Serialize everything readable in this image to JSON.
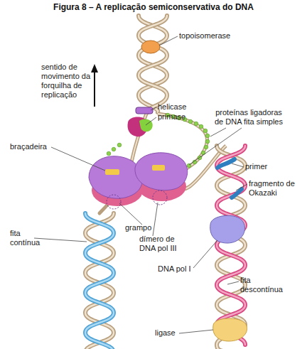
{
  "diagram": {
    "title": "Figura 8 – A replicação semiconservativa do DNA",
    "labels": [
      "topoisomerase",
      "sentido de movimento da forquilha de replicação",
      "helicase",
      "primase",
      "proteínas ligadoras de DNA fita simples",
      "braçadeira",
      "primer",
      "fragmento de Okazaki",
      "grampo",
      "dímero de DNA pol III",
      "fita contínua",
      "DNA pol I",
      "fita descontínua",
      "ligase"
    ]
  }
}
